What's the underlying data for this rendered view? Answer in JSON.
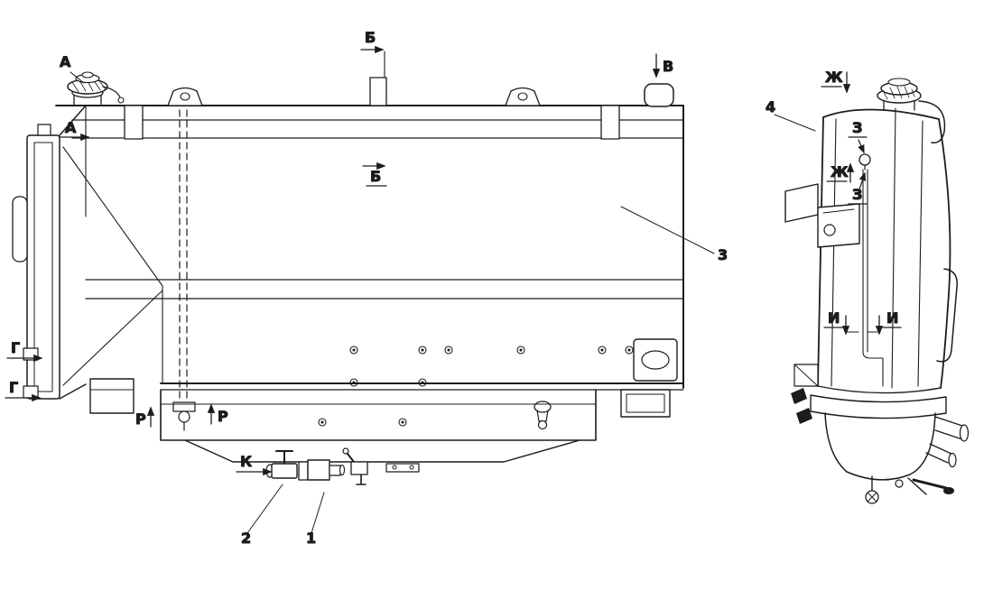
{
  "figure": {
    "colors": {
      "ink": "#1c1c1c",
      "background": "#ffffff"
    },
    "section_labels": {
      "a_top": "А",
      "a_side": "А",
      "b_top": "Б",
      "b_mid": "Б",
      "v_top": "В",
      "g_upper": "Г",
      "g_lower": "Г",
      "r_left": "Р",
      "r_right": "Р",
      "k_bottom": "К",
      "zh_top": "Ж",
      "zh_mid": "Ж",
      "z_upper": "З",
      "z_lower": "З",
      "i_left": "И",
      "i_right": "И"
    },
    "part_numbers": {
      "p1": "1",
      "p2": "2",
      "p3": "3",
      "p4": "4"
    }
  }
}
